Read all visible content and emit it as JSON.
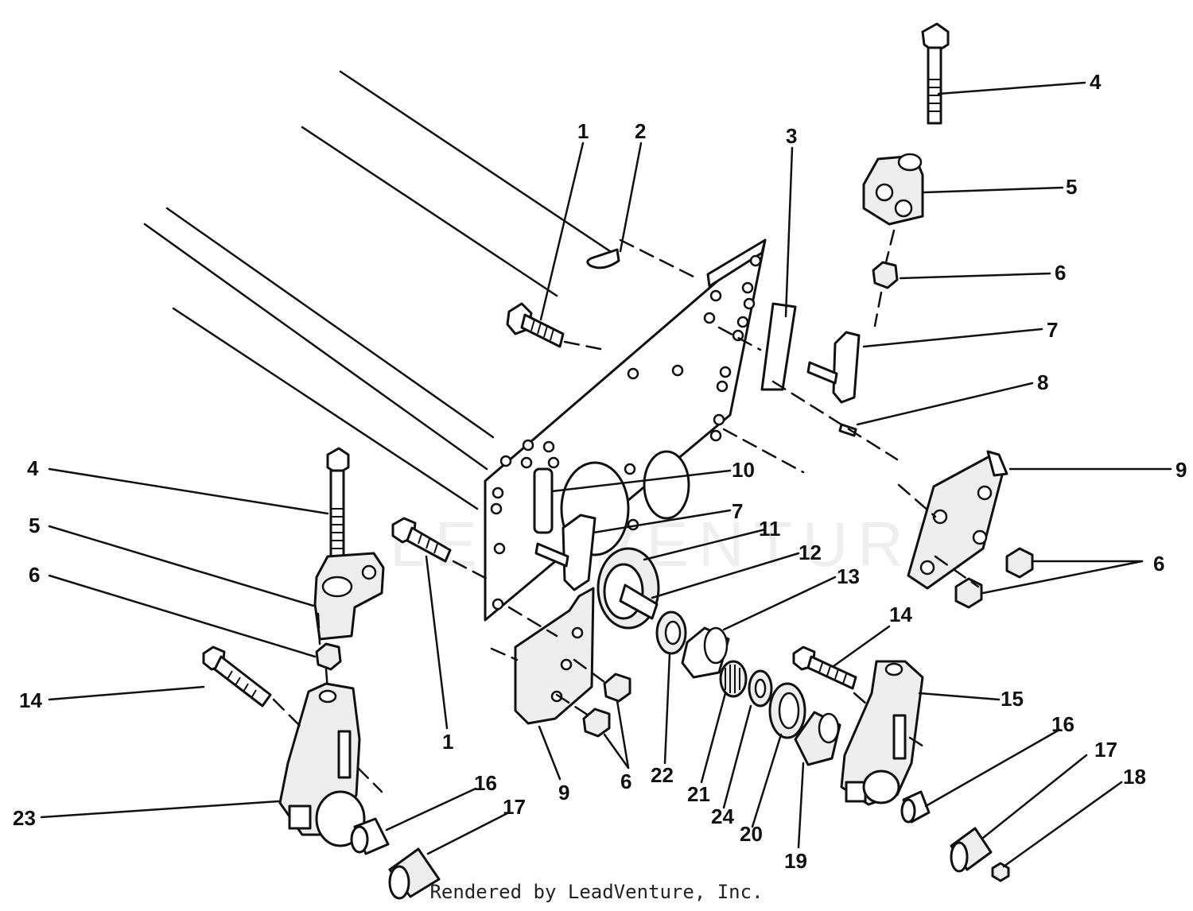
{
  "watermark": {
    "text": "LEADVENTURE"
  },
  "footer": {
    "credit": "Rendered by LeadVenture, Inc."
  },
  "callouts": {
    "c1a": "1",
    "c2": "2",
    "c3": "3",
    "c4a": "4",
    "c5a": "5",
    "c6a": "6",
    "c7a": "7",
    "c8": "8",
    "c9a": "9",
    "c10": "10",
    "c7b": "7",
    "c11": "11",
    "c12": "12",
    "c6b": "6",
    "c13": "13",
    "c4b": "4",
    "c5b": "5",
    "c6c": "6",
    "c14a": "14",
    "c23": "23",
    "c1b": "1",
    "c9b": "9",
    "c6d": "6",
    "c22": "22",
    "c21": "21",
    "c24": "24",
    "c20": "20",
    "c19": "19",
    "c14b": "14",
    "c15": "15",
    "c16a": "16",
    "c17a": "17",
    "c16b": "16",
    "c17b": "17",
    "c18": "18"
  }
}
